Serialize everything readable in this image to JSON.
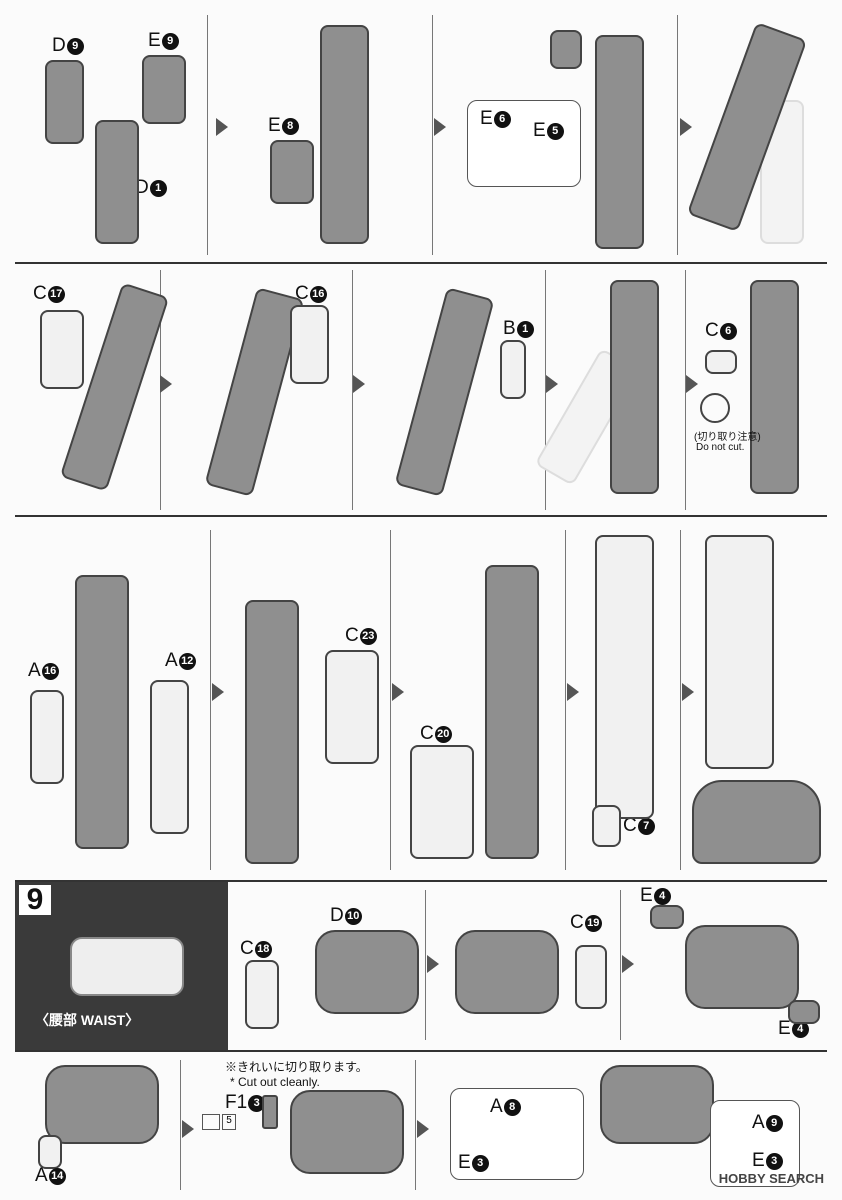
{
  "row1": {
    "labels": [
      "D",
      "9",
      "E",
      "9",
      "D",
      "1",
      "E",
      "8",
      "E",
      "6",
      "E",
      "5"
    ]
  },
  "row2": {
    "labels": [
      "C",
      "17",
      "C",
      "16",
      "B",
      "1",
      "C",
      "6"
    ],
    "caution_jp": "(切り取り注意)",
    "caution_en": "Do not cut."
  },
  "row3": {
    "labels": [
      "A",
      "16",
      "A",
      "12",
      "C",
      "23",
      "C",
      "20",
      "C",
      "7"
    ]
  },
  "step9": {
    "number": "9",
    "title": "〈腰部 WAIST〉",
    "labels": [
      "C",
      "18",
      "D",
      "10",
      "C",
      "19",
      "E",
      "4",
      "E",
      "4"
    ]
  },
  "row5": {
    "labels": [
      "A",
      "14",
      "F1",
      "3",
      "A",
      "8",
      "E",
      "3",
      "A",
      "9",
      "E",
      "3"
    ],
    "note_jp": "※きれいに切り取ります。",
    "note_en": "* Cut out cleanly.",
    "tool_num": "5"
  },
  "watermark": "HOBBY SEARCH"
}
